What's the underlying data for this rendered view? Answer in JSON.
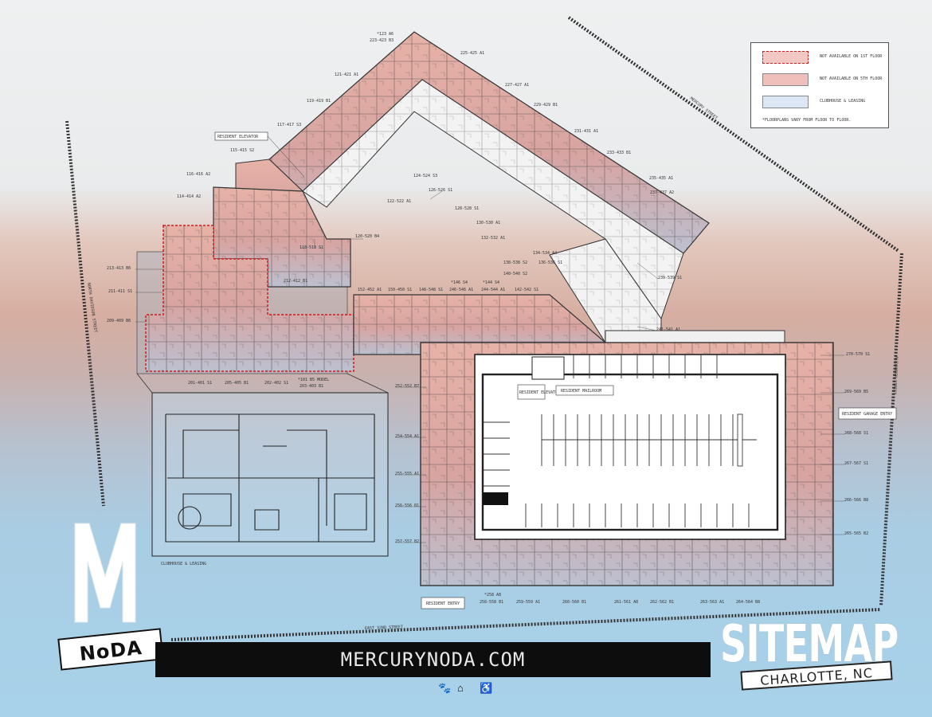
{
  "legend": {
    "items": [
      {
        "label": "NOT AVAILABLE ON 1ST FLOOR",
        "swatch": "#f3c7c3",
        "border": "#c82020",
        "dashed": true
      },
      {
        "label": "NOT AVAILABLE ON 5TH FLOOR",
        "swatch": "#efc0bb",
        "border": "#888888",
        "dashed": false
      },
      {
        "label": "CLUBHOUSE & LEASING",
        "swatch": "#dbe7f5",
        "border": "#888888",
        "dashed": false
      }
    ],
    "note": "*FLOORPLANS VARY FROM FLOOR TO FLOOR."
  },
  "streets": {
    "mercury": "MERCURY STREET",
    "north_davidson": "NORTH DAVIDSON STREET",
    "alexander": "ALEXANDER STREET",
    "e32": "EAST 32ND STREET"
  },
  "callouts": {
    "resident_elevator_top": "RESIDENT ELEVATOR",
    "resident_elevator": "RESIDENT ELEVATOR",
    "resident_mailroom": "RESIDENT MAILROOM",
    "resident_garage_entry": "RESIDENT GARAGE ENTRY",
    "resident_entry": "RESIDENT ENTRY",
    "clubhouse_leasing": "CLUBHOUSE & LEASING"
  },
  "unit_labels": [
    {
      "id": "u1",
      "text": "*123 A6"
    },
    {
      "id": "u2",
      "text": "223-423 B3"
    },
    {
      "id": "u3",
      "text": "225-425 A1"
    },
    {
      "id": "u4",
      "text": "121-421 A1"
    },
    {
      "id": "u5",
      "text": "227-427 A1"
    },
    {
      "id": "u6",
      "text": "119-419 B1"
    },
    {
      "id": "u7",
      "text": "229-429 B1"
    },
    {
      "id": "u8",
      "text": "117-417 S3"
    },
    {
      "id": "u9",
      "text": "231-431 A1"
    },
    {
      "id": "u10",
      "text": "115-415 S2"
    },
    {
      "id": "u11",
      "text": "233-433 B1"
    },
    {
      "id": "u12",
      "text": "116-416 A2"
    },
    {
      "id": "u13",
      "text": "235-435 A1"
    },
    {
      "id": "u14",
      "text": "114-414 A2"
    },
    {
      "id": "u15",
      "text": "237-437 A2"
    },
    {
      "id": "u16",
      "text": "124-524 S3"
    },
    {
      "id": "u17",
      "text": "122-522 A1"
    },
    {
      "id": "u18",
      "text": "126-526 S1"
    },
    {
      "id": "u19",
      "text": "128-528 S1"
    },
    {
      "id": "u20",
      "text": "130-530 A1"
    },
    {
      "id": "u21",
      "text": "120-520 B4"
    },
    {
      "id": "u22",
      "text": "132-532 A1"
    },
    {
      "id": "u23",
      "text": "118-518 S1"
    },
    {
      "id": "u24",
      "text": "134-534 A4"
    },
    {
      "id": "u25",
      "text": "136-536 S1"
    },
    {
      "id": "u26",
      "text": "138-538 S2"
    },
    {
      "id": "u27",
      "text": "140-540 S2"
    },
    {
      "id": "u28",
      "text": "239-539 S1"
    },
    {
      "id": "u29",
      "text": "213-413 B6"
    },
    {
      "id": "u30",
      "text": "211-411 S1"
    },
    {
      "id": "u31",
      "text": "212-412 B1"
    },
    {
      "id": "u32",
      "text": "209-409 B6"
    },
    {
      "id": "u33",
      "text": "152-452 A1"
    },
    {
      "id": "u34",
      "text": "150-450 S1"
    },
    {
      "id": "u35",
      "text": "148-548 S1"
    },
    {
      "id": "u36",
      "text": "*146 S4"
    },
    {
      "id": "u37",
      "text": "246-546 A1"
    },
    {
      "id": "u38",
      "text": "*144 S4"
    },
    {
      "id": "u39",
      "text": "244-544 A1"
    },
    {
      "id": "u40",
      "text": "142-542 S1"
    },
    {
      "id": "u41",
      "text": "241-541 A1"
    },
    {
      "id": "u42",
      "text": "201-401 S1"
    },
    {
      "id": "u43",
      "text": "205-405 B1"
    },
    {
      "id": "u44",
      "text": "202-402 S1"
    },
    {
      "id": "u45",
      "text": "*101 B5 MODEL"
    },
    {
      "id": "u46",
      "text": "203-403 B1"
    },
    {
      "id": "u47",
      "text": "270-570 S1"
    },
    {
      "id": "u48",
      "text": "252-552 B7"
    },
    {
      "id": "u49",
      "text": "269-569 B5"
    },
    {
      "id": "u50",
      "text": "254-554 A1"
    },
    {
      "id": "u51",
      "text": "268-568 S1"
    },
    {
      "id": "u52",
      "text": "267-567 S1"
    },
    {
      "id": "u53",
      "text": "255-555 A1"
    },
    {
      "id": "u54",
      "text": "256-556 B1"
    },
    {
      "id": "u55",
      "text": "266-566 B8"
    },
    {
      "id": "u56",
      "text": "257-557 B2"
    },
    {
      "id": "u57",
      "text": "265-565 B2"
    },
    {
      "id": "u58",
      "text": "*258 A8"
    },
    {
      "id": "u59",
      "text": "258-558 B1"
    },
    {
      "id": "u60",
      "text": "259-559 A1"
    },
    {
      "id": "u61",
      "text": "260-560 B1"
    },
    {
      "id": "u62",
      "text": "261-561 A8"
    },
    {
      "id": "u63",
      "text": "262-562 B1"
    },
    {
      "id": "u64",
      "text": "263-563 A1"
    },
    {
      "id": "u65",
      "text": "264-564 B8"
    }
  ],
  "brand": {
    "logo_letter": "M",
    "logo_name": "NoDA",
    "url": "MERCURYNODA.COM",
    "title": "SITEMAP",
    "city": "CHARLOTTE, NC"
  },
  "icons": [
    "pet-friendly-icon",
    "equal-housing-icon",
    "accessible-icon"
  ],
  "colors": {
    "building_pink": "#e6aaa0",
    "building_blue": "#b9c0d2",
    "garage": "#ffffff",
    "wall": "#2a2a2a",
    "highlight_red": "#c82020"
  }
}
